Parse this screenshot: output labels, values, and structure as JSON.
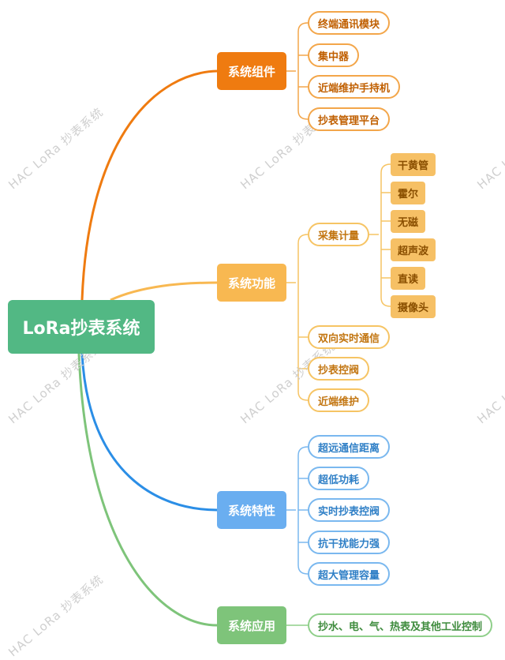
{
  "watermark": "HAC LoRa 抄表系统",
  "root": {
    "label": "LoRa抄表系统"
  },
  "colors": {
    "orange": "#ef7b10",
    "yellow": "#f8b851",
    "blue": "#2b8ee6",
    "green": "#7ec47a",
    "root": "#52b884"
  },
  "branches": [
    {
      "label": "系统组件",
      "leaves": [
        "终端通讯模块",
        "集中器",
        "近端维护手持机",
        "抄表管理平台"
      ]
    },
    {
      "label": "系统功能",
      "leaves": [
        "采集计量",
        "双向实时通信",
        "抄表控阀",
        "近端维护"
      ],
      "sub_items": [
        "干黄管",
        "霍尔",
        "无磁",
        "超声波",
        "直读",
        "摄像头"
      ]
    },
    {
      "label": "系统特性",
      "leaves": [
        "超远通信距离",
        "超低功耗",
        "实时抄表控阀",
        "抗干扰能力强",
        "超大管理容量"
      ]
    },
    {
      "label": "系统应用",
      "leaves": [
        "抄水、电、气、热表及其他工业控制"
      ]
    }
  ]
}
